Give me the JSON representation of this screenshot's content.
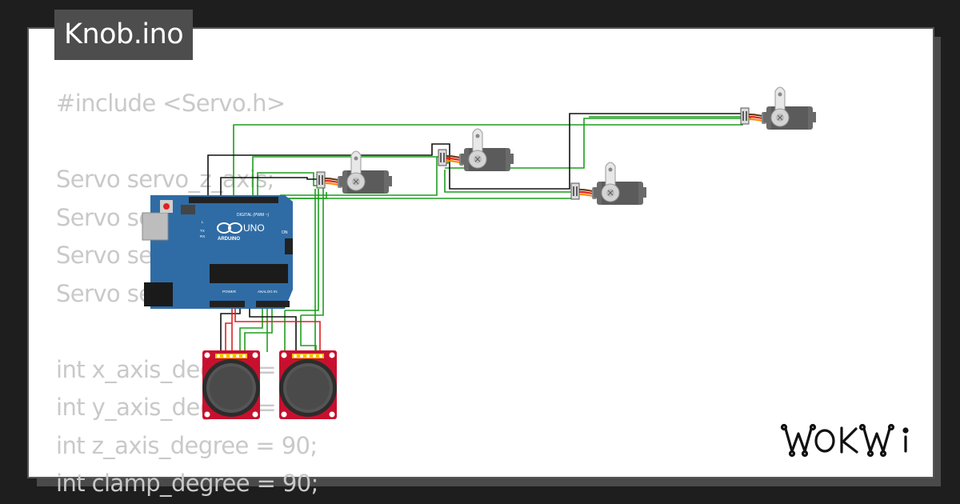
{
  "title": "Knob.ino",
  "code_lines": [
    "#include <Servo.h>",
    "",
    "Servo servo_z_axis;",
    "Servo servo_x_axis;",
    "Servo servo_y_axis;",
    "Servo servo_clamp;",
    "",
    "int x_axis_degree = 90;",
    "int y_axis_degree = 90;",
    "int z_axis_degree = 90;",
    "int clamp_degree = 90;"
  ],
  "arduino": {
    "model": "UNO",
    "brand": "ARDUINO",
    "digital_label": "DIGITAL (PWM ~)",
    "power_label": "POWER",
    "analog_label": "ANALOG IN",
    "on_label": "ON",
    "tx_label": "TX",
    "rx_label": "RX",
    "l_label": "L"
  },
  "logo": "WOKWi",
  "colors": {
    "wire_green": "#1e9e1e",
    "wire_black": "#111111",
    "wire_red": "#e02020",
    "arduino_blue": "#2f6ca5",
    "joystick_red": "#c8102e",
    "servo_gray": "#666666"
  }
}
